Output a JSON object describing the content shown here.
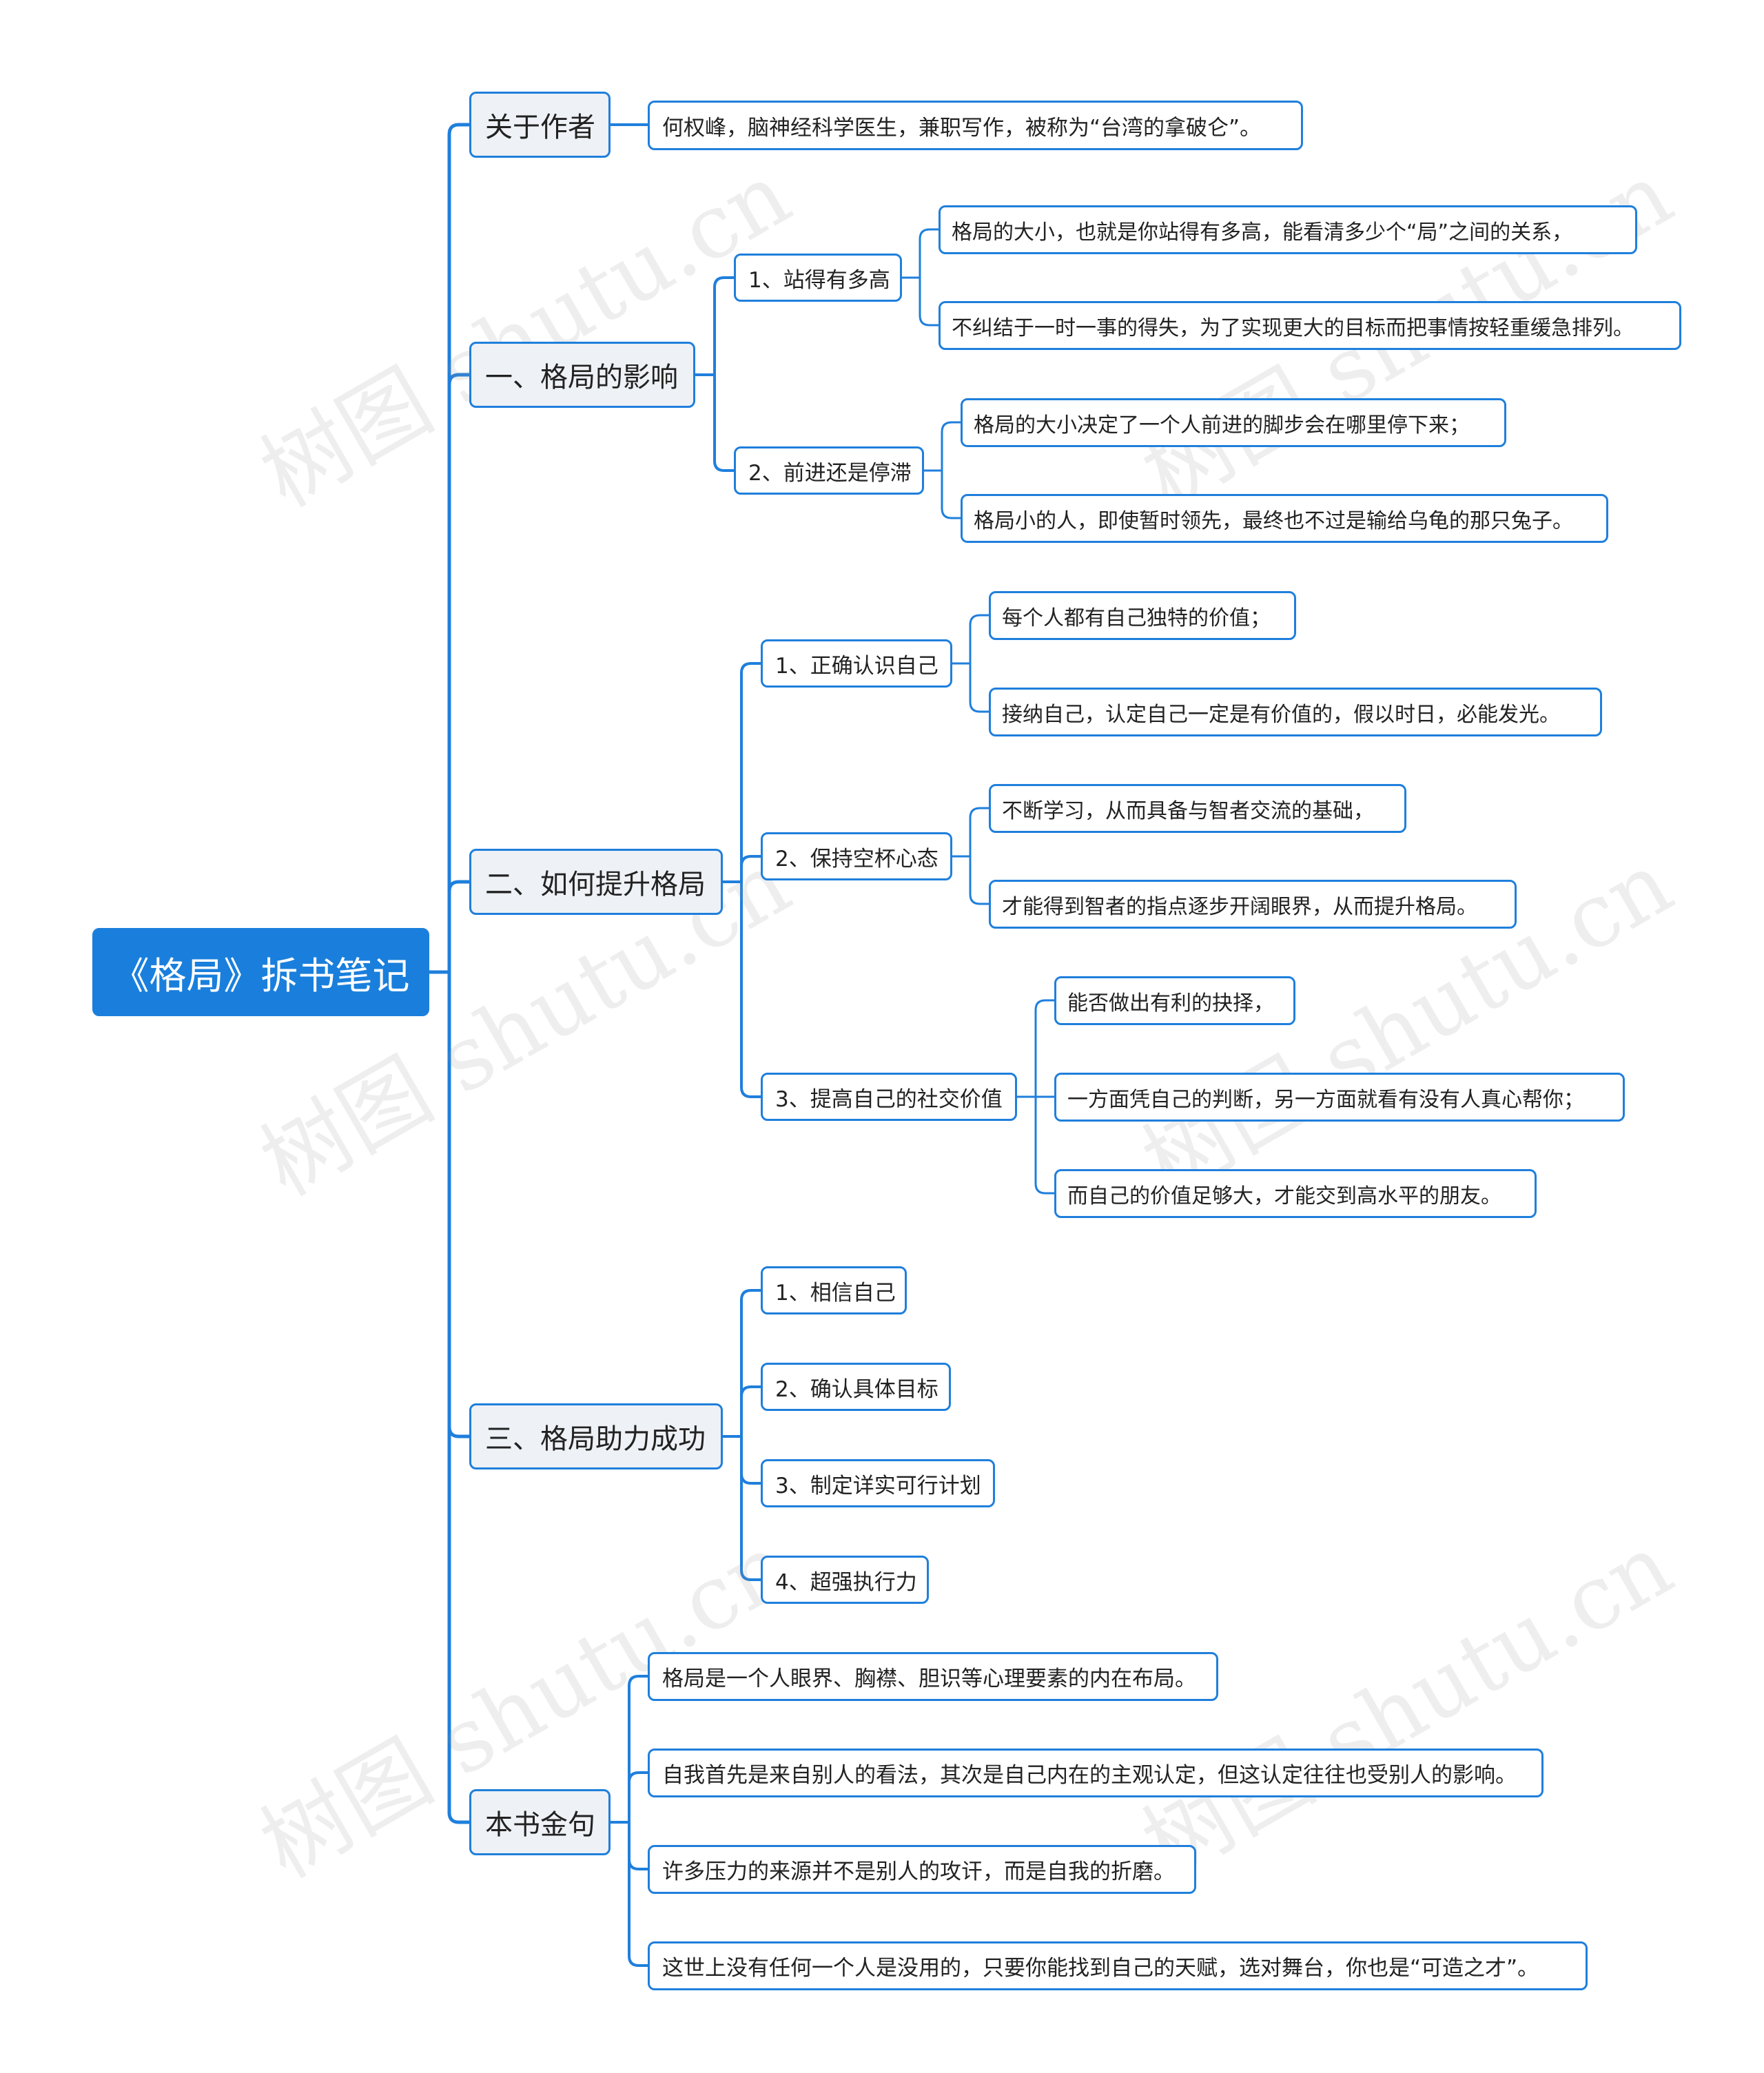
{
  "watermark": "树图 shutu.cn",
  "colors": {
    "accent": "#1a7fdc",
    "line": "#1f7fdc",
    "branch_fill": "#eef1f5"
  },
  "root": "《格局》拆书笔记",
  "branches": [
    {
      "label": "关于作者",
      "children": [
        {
          "label": "何权峰，脑神经科学医生，兼职写作，被称为“台湾的拿破仑”。",
          "children": []
        }
      ]
    },
    {
      "label": "一、格局的影响",
      "children": [
        {
          "label": "1、站得有多高",
          "children": [
            "格局的大小，也就是你站得有多高，能看清多少个“局”之间的关系，",
            "不纠结于一时一事的得失，为了实现更大的目标而把事情按轻重缓急排列。"
          ]
        },
        {
          "label": "2、前进还是停滞",
          "children": [
            "格局的大小决定了一个人前进的脚步会在哪里停下来；",
            "格局小的人，即使暂时领先，最终也不过是输给乌龟的那只兔子。"
          ]
        }
      ]
    },
    {
      "label": "二、如何提升格局",
      "children": [
        {
          "label": "1、正确认识自己",
          "children": [
            "每个人都有自己独特的价值；",
            "接纳自己，认定自己一定是有价值的，假以时日，必能发光。"
          ]
        },
        {
          "label": "2、保持空杯心态",
          "children": [
            "不断学习，从而具备与智者交流的基础，",
            "才能得到智者的指点逐步开阔眼界，从而提升格局。"
          ]
        },
        {
          "label": "3、提高自己的社交价值",
          "children": [
            "能否做出有利的抉择，",
            "一方面凭自己的判断，另一方面就看有没有人真心帮你；",
            "而自己的价值足够大，才能交到高水平的朋友。"
          ]
        }
      ]
    },
    {
      "label": "三、格局助力成功",
      "children": [
        {
          "label": "1、相信自己",
          "children": []
        },
        {
          "label": "2、确认具体目标",
          "children": []
        },
        {
          "label": "3、制定详实可行计划",
          "children": []
        },
        {
          "label": "4、超强执行力",
          "children": []
        }
      ]
    },
    {
      "label": "本书金句",
      "children": [
        {
          "label": "格局是一个人眼界、胸襟、胆识等心理要素的内在布局。",
          "children": []
        },
        {
          "label": "自我首先是来自别人的看法，其次是自己内在的主观认定，但这认定往往也受别人的影响。",
          "children": []
        },
        {
          "label": "许多压力的来源并不是别人的攻讦，而是自我的折磨。",
          "children": []
        },
        {
          "label": "这世上没有任何一个人是没用的，只要你能找到自己的天赋，选对舞台，你也是“可造之才”。",
          "children": []
        }
      ]
    }
  ]
}
